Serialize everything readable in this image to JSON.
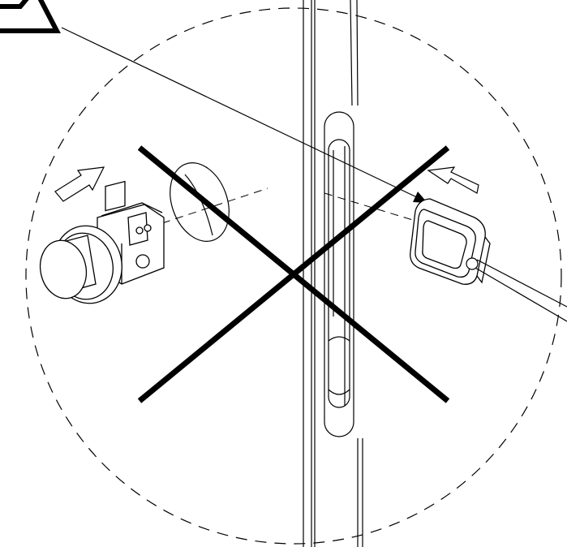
{
  "diagram": {
    "kind": "installation-illustration",
    "meaning": "incorrect-installation",
    "colors": {
      "background": "#ffffff",
      "line": "#000000",
      "cross": "#000000"
    },
    "parts": [
      {
        "name": "round-push-button-module",
        "icon": "push-button"
      },
      {
        "name": "mounting-hole",
        "icon": "ellipse-hole"
      },
      {
        "name": "door-profile",
        "icon": "vertical-frame"
      },
      {
        "name": "square-sensor-module-with-cable",
        "icon": "square-sensor"
      }
    ],
    "markers": [
      "dashed-detail-circle",
      "leader-line",
      "insertion-arrow-left",
      "insertion-arrow-right",
      "cross-mark"
    ]
  }
}
